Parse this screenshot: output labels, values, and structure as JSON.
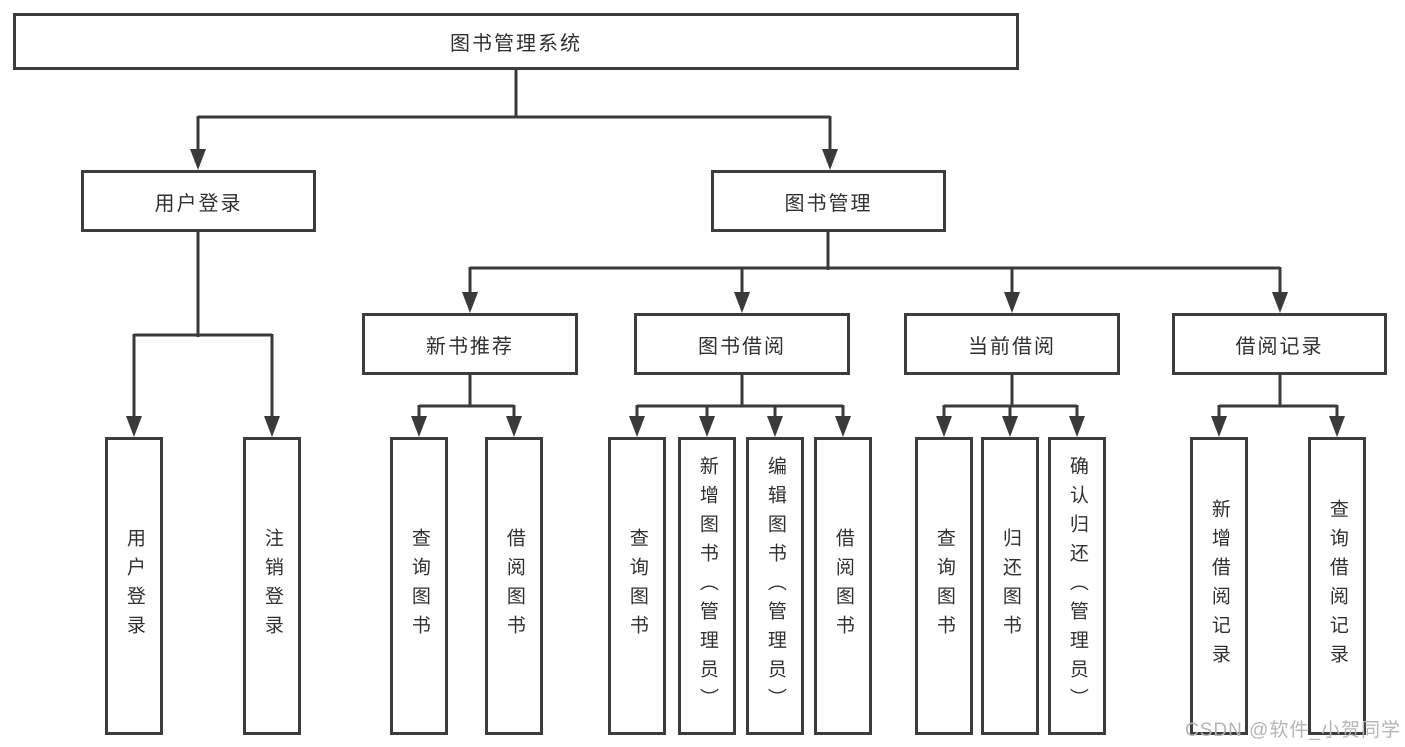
{
  "tree": {
    "root": "图书管理系统",
    "level2": [
      {
        "label": "用户登录",
        "leaves": [
          "用户登录",
          "注销登录"
        ]
      },
      {
        "label": "图书管理",
        "sections": [
          {
            "label": "新书推荐",
            "leaves": [
              "查询图书",
              "借阅图书"
            ]
          },
          {
            "label": "图书借阅",
            "leaves": [
              "查询图书",
              "新增图书（管理员）",
              "编辑图书（管理员）",
              "借阅图书"
            ]
          },
          {
            "label": "当前借阅",
            "leaves": [
              "查询图书",
              "归还图书",
              "确认归还（管理员）"
            ]
          },
          {
            "label": "借阅记录",
            "leaves": [
              "新增借阅记录",
              "查询借阅记录"
            ]
          }
        ]
      }
    ]
  },
  "watermark": "CSDN @软件_小贺同学",
  "colors": {
    "line": "#3a3a3a",
    "border": "#3c3c3c",
    "text": "#303030",
    "watermark": "#b5b5b5",
    "background": "#ffffff"
  }
}
